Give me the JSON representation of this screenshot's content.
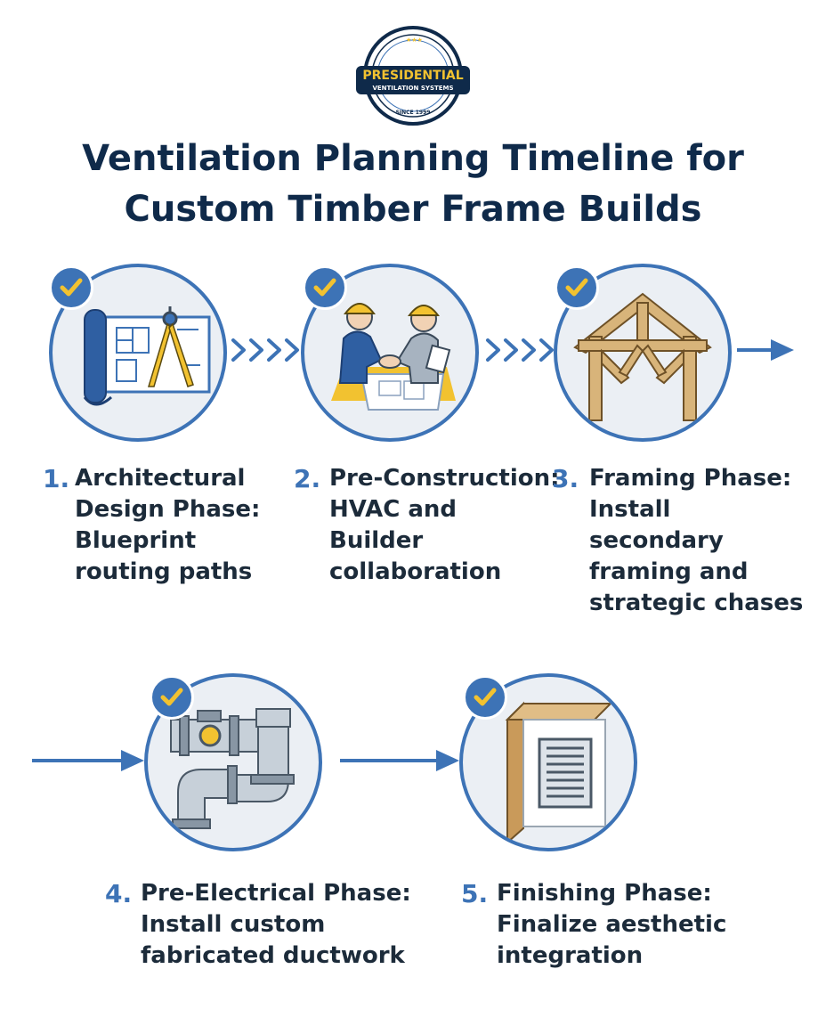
{
  "logo": {
    "brand": "PRESIDENTIAL",
    "sub": "VENTILATION SYSTEMS",
    "since": "SINCE 1999",
    "icon": "seal-logo-icon"
  },
  "title": {
    "line1": "Ventilation Planning Timeline for",
    "line2": "Custom Timber Frame Builds"
  },
  "colors": {
    "navy": "#0f2a4a",
    "accent_blue": "#3d73b6",
    "check_yellow": "#f2c230",
    "circle_fill": "#ebeff4"
  },
  "steps": [
    {
      "number": "1.",
      "lines": [
        "Architectural",
        "Design Phase:",
        "Blueprint",
        "routing paths"
      ],
      "icon": "blueprint-compass-icon",
      "completed": true
    },
    {
      "number": "2.",
      "lines": [
        "Pre-Construction:",
        "HVAC and",
        "Builder",
        "collaboration"
      ],
      "icon": "handshake-builders-icon",
      "completed": true
    },
    {
      "number": "3.",
      "lines": [
        "Framing Phase:",
        "Install",
        "secondary",
        "framing and",
        "strategic chases"
      ],
      "icon": "timber-frame-icon",
      "completed": true
    },
    {
      "number": "4.",
      "lines": [
        "Pre-Electrical Phase:",
        "Install custom",
        "fabricated ductwork"
      ],
      "icon": "ductwork-pipe-icon",
      "completed": true
    },
    {
      "number": "5.",
      "lines": [
        "Finishing Phase:",
        "Finalize aesthetic",
        "integration"
      ],
      "icon": "vent-grille-icon",
      "completed": true
    }
  ]
}
